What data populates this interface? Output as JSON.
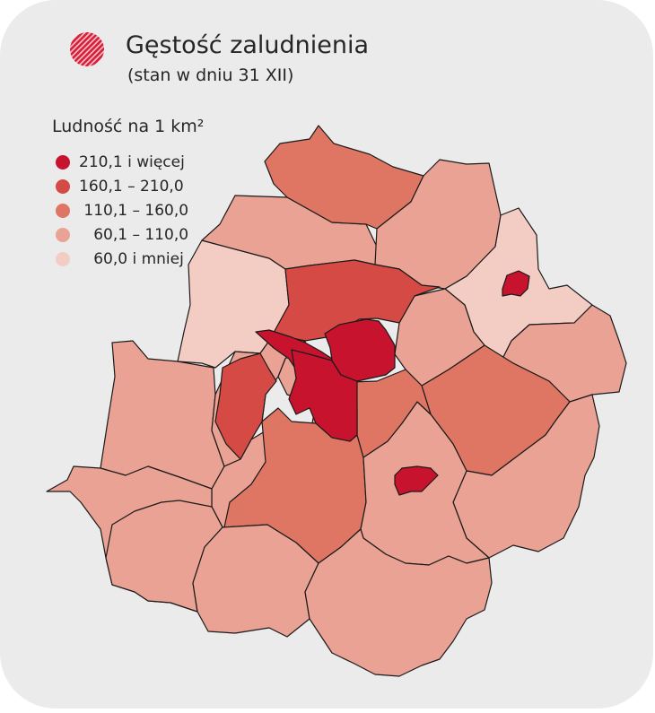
{
  "header": {
    "title": "Gęstość zaludnienia",
    "subtitle": "(stan w dniu 31 XII)",
    "icon": "hatched-circle-icon",
    "accent_color": "#d91e3a"
  },
  "legend": {
    "title": "Ludność na 1 km²",
    "items": [
      {
        "label": "210,1 i więcej",
        "color": "#c8132f"
      },
      {
        "label": "160,1 – 210,0",
        "color": "#d64a45"
      },
      {
        "label": " 110,1 – 160,0",
        "color": "#df7663"
      },
      {
        "label": "   60,1 – 110,0",
        "color": "#e9a293"
      },
      {
        "label": "   60,0 i mniej",
        "color": "#f3cdc4"
      }
    ]
  },
  "map": {
    "regions": [
      {
        "id": "north-top",
        "cls": 2
      },
      {
        "id": "north-west",
        "cls": 3
      },
      {
        "id": "north-east",
        "cls": 3
      },
      {
        "id": "east-top",
        "cls": 4
      },
      {
        "id": "east-city",
        "cls": 0
      },
      {
        "id": "west-top",
        "cls": 4
      },
      {
        "id": "center-north",
        "cls": 1
      },
      {
        "id": "city-center",
        "cls": 0
      },
      {
        "id": "city-west",
        "cls": 0
      },
      {
        "id": "west-narrow",
        "cls": 1
      },
      {
        "id": "center-ring",
        "cls": 3
      },
      {
        "id": "center-east",
        "cls": 2
      },
      {
        "id": "east-center",
        "cls": 2
      },
      {
        "id": "east-mid",
        "cls": 3
      },
      {
        "id": "center-right",
        "cls": 3
      },
      {
        "id": "east-bottom",
        "cls": 3
      },
      {
        "id": "west-large",
        "cls": 3
      },
      {
        "id": "southwest-1",
        "cls": 3
      },
      {
        "id": "southwest-2",
        "cls": 3
      },
      {
        "id": "south-center-1",
        "cls": 3
      },
      {
        "id": "south-center-2",
        "cls": 2
      },
      {
        "id": "south-mid",
        "cls": 3
      },
      {
        "id": "south-city",
        "cls": 0
      },
      {
        "id": "south-bottom",
        "cls": 3
      },
      {
        "id": "south-west-bottom",
        "cls": 3
      }
    ]
  }
}
